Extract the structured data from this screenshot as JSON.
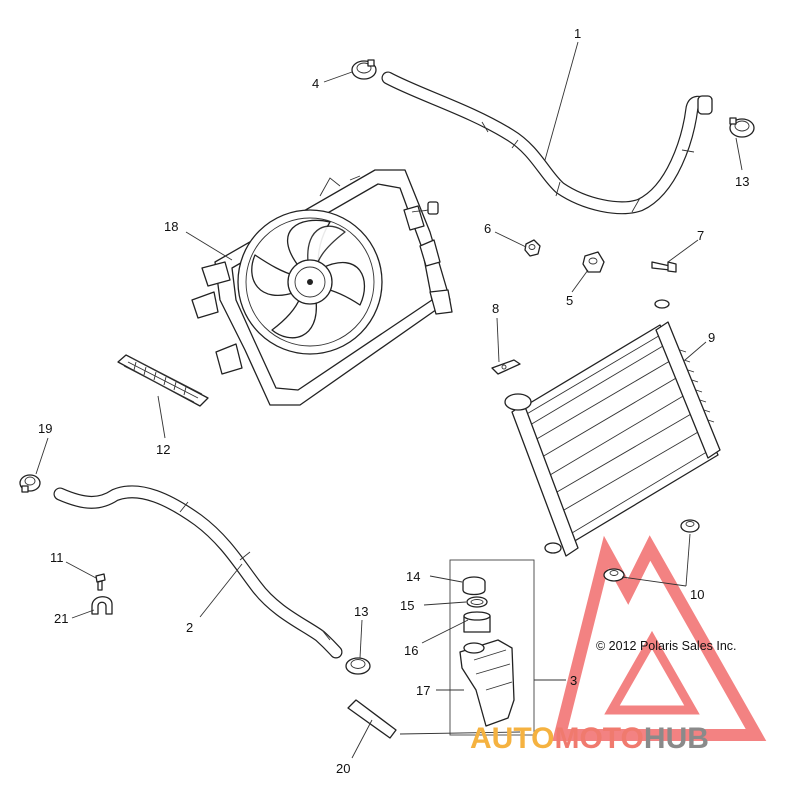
{
  "callouts": [
    {
      "id": "c1",
      "text": "1"
    },
    {
      "id": "c2",
      "text": "2"
    },
    {
      "id": "c3",
      "text": "3"
    },
    {
      "id": "c4",
      "text": "4"
    },
    {
      "id": "c5",
      "text": "5"
    },
    {
      "id": "c6",
      "text": "6"
    },
    {
      "id": "c7",
      "text": "7"
    },
    {
      "id": "c8",
      "text": "8"
    },
    {
      "id": "c9",
      "text": "9"
    },
    {
      "id": "c10",
      "text": "10"
    },
    {
      "id": "c11",
      "text": "11"
    },
    {
      "id": "c12",
      "text": "12"
    },
    {
      "id": "c13a",
      "text": "13"
    },
    {
      "id": "c13b",
      "text": "13"
    },
    {
      "id": "c14",
      "text": "14"
    },
    {
      "id": "c15",
      "text": "15"
    },
    {
      "id": "c16",
      "text": "16"
    },
    {
      "id": "c17",
      "text": "17"
    },
    {
      "id": "c18",
      "text": "18"
    },
    {
      "id": "c19",
      "text": "19"
    },
    {
      "id": "c20",
      "text": "20"
    },
    {
      "id": "c21",
      "text": "21"
    }
  ],
  "copyright": "© 2012 Polaris Sales Inc.",
  "watermark": {
    "part1": "AUTO",
    "part2": "MOTO",
    "part3": "HUB",
    "colors": {
      "auto": "#f5b240",
      "moto": "#f07a6e",
      "hub": "#8a8a8a",
      "triangle": "#f26d6d"
    }
  }
}
